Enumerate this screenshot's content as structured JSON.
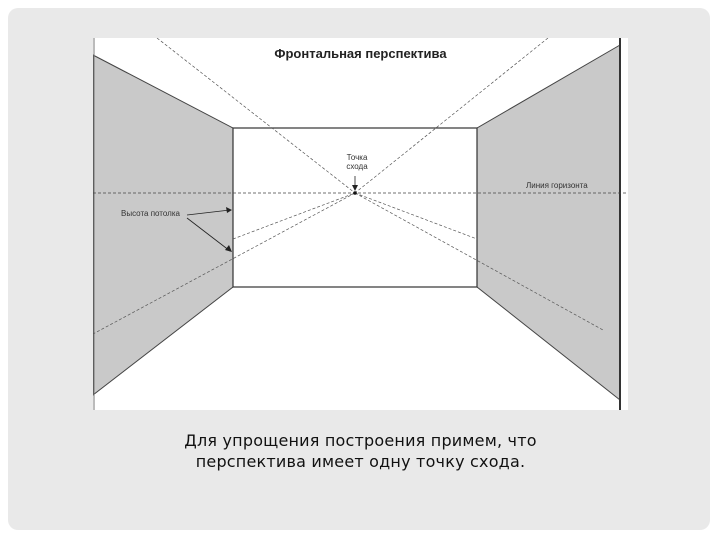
{
  "diagram": {
    "title": "Фронтальная перспектива",
    "labels": {
      "vanishing_point": "Точка схода",
      "horizon_line": "Линия горизонта",
      "ceiling_height": "Высота потолка"
    }
  },
  "caption": {
    "line1": "Для упрощения построения примем, что",
    "line2": "перспектива имеет одну точку схода."
  },
  "colors": {
    "slide_background": "#e9e9e9",
    "wall_fill": "#c9c9c9",
    "figure_background": "#ffffff",
    "line_color": "#222222"
  }
}
